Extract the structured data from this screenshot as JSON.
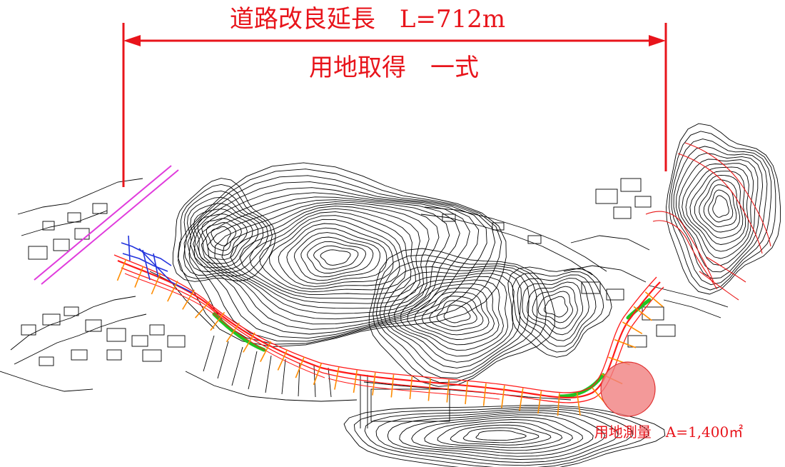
{
  "annotations": {
    "road_length": "道路改良延長　L=712m",
    "land_acquisition": "用地取得　一式",
    "survey": "用地測量　A=1,400㎡"
  },
  "colors": {
    "annotation_red": "#e8141b",
    "route_red": "#ff1a1a",
    "survey_circle": "#f08080",
    "green_band": "#22c322",
    "orange_marks": "#ff8c00",
    "blue_lines": "#2233dd",
    "rail_magenta": "#e03cdc",
    "linework": "#000000"
  }
}
